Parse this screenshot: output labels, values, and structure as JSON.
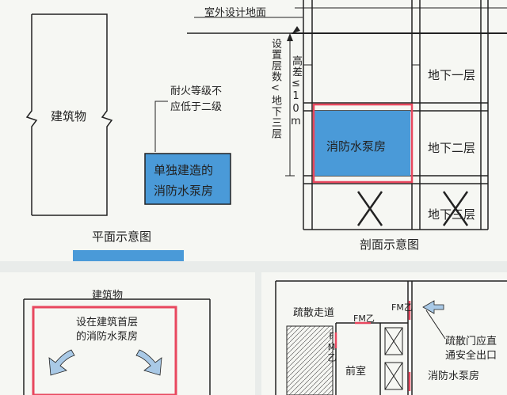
{
  "top_left": {
    "building_label": "建筑物",
    "note_line1": "耐火等级不",
    "note_line2": "应低于二级",
    "pump_room_line1": "单独建造的",
    "pump_room_line2": "消防水泵房",
    "caption": "平面示意图"
  },
  "top_right": {
    "ground_label": "室外设计地面",
    "height_note": "高差≤10m",
    "floors_note": "设置层数<地下三层",
    "pump_room": "消防水泵房",
    "floor_b1": "地下一层",
    "floor_b2": "地下二层",
    "floor_b3": "地下三层",
    "caption": "剖面示意图"
  },
  "bottom_left": {
    "building_label": "建筑物",
    "inner_line1": "设在建筑首层",
    "inner_line2": "的消防水泵房"
  },
  "bottom_right": {
    "corridor": "疏散走道",
    "fm_label": "FM乙",
    "anteroom": "前室",
    "exit_note_line1": "疏散门应直",
    "exit_note_line2": "通安全出口",
    "pump_room": "消防水泵房"
  },
  "colors": {
    "pump_blue": "#4a9ad8",
    "fire_red": "#e8475e",
    "line": "#222222"
  }
}
